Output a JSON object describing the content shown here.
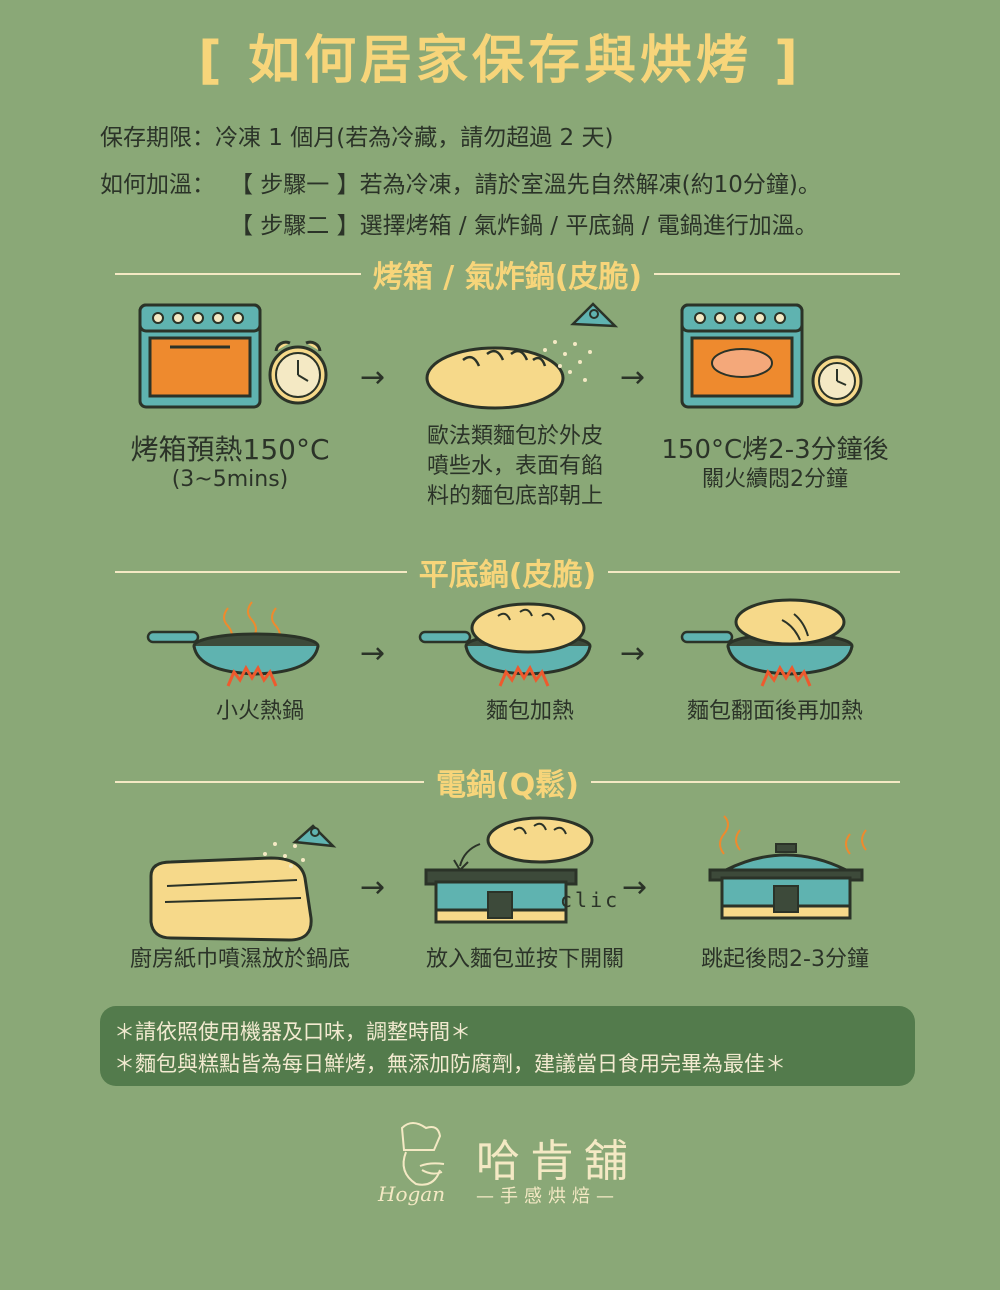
{
  "title": "[ 如何居家保存與烘烤 ]",
  "storage": "保存期限：冷凍 1 個月(若為冷藏，請勿超過 2 天)",
  "heating_label": "如何加溫：",
  "step1": "【 步驟一 】若為冷凍，請於室溫先自然解凍(約10分鐘)。",
  "step2": "【 步驟二 】選擇烤箱 / 氣炸鍋 / 平底鍋 / 電鍋進行加溫。",
  "sections": [
    {
      "title": "烤箱 / 氣炸鍋(皮脆)",
      "steps": [
        {
          "line1": "烤箱預熱150°C",
          "line2": "(3~5mins)"
        },
        {
          "line1": "歐法類麵包於外皮",
          "line2": "噴些水，表面有餡",
          "line3": "料的麵包底部朝上"
        },
        {
          "line1": "150°C烤2-3分鐘後",
          "line2": "關火續悶2分鐘"
        }
      ]
    },
    {
      "title": "平底鍋(皮脆)",
      "steps": [
        {
          "line1": "小火熱鍋"
        },
        {
          "line1": "麵包加熱"
        },
        {
          "line1": "麵包翻面後再加熱"
        }
      ]
    },
    {
      "title": "電鍋(Q鬆)",
      "steps": [
        {
          "line1": "廚房紙巾噴濕放於鍋底"
        },
        {
          "line1": "放入麵包並按下開關"
        },
        {
          "line1": "跳起後悶2-3分鐘"
        }
      ],
      "clic": "clic"
    }
  ],
  "arrow": "→",
  "notes": [
    "＊請依照使用機器及口味，調整時間＊",
    "＊麵包與糕點皆為每日鮮烤，無添加防腐劑，建議當日食用完畢為最佳＊"
  ],
  "brand": {
    "name": "哈肯舖",
    "tagline": "—手感烘焙—",
    "signature": "Hogan"
  },
  "colors": {
    "background": "#8aa877",
    "title": "#f7d57a",
    "teal": "#5fb3b0",
    "orange": "#ee8a2e",
    "bread": "#f6d98a",
    "note_bg": "#537b4c"
  }
}
